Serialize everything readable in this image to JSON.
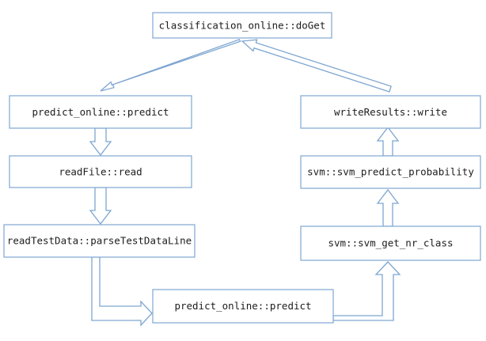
{
  "nodes": {
    "do_get": "classification_online::doGet",
    "predict_top": "predict_online::predict",
    "read_file": "readFile::read",
    "parse_test_data": "readTestData::parseTestDataLine",
    "predict_bottom": "predict_online::predict",
    "get_nr_class": "svm::svm_get_nr_class",
    "predict_probability": "svm::svm_predict_probability",
    "write_results": "writeResults::write"
  },
  "colors": {
    "box_border": "#7fa7d2",
    "arrow_outline": "#7ea6d1",
    "text": "#1c1c1c",
    "background": "#ffffff"
  }
}
